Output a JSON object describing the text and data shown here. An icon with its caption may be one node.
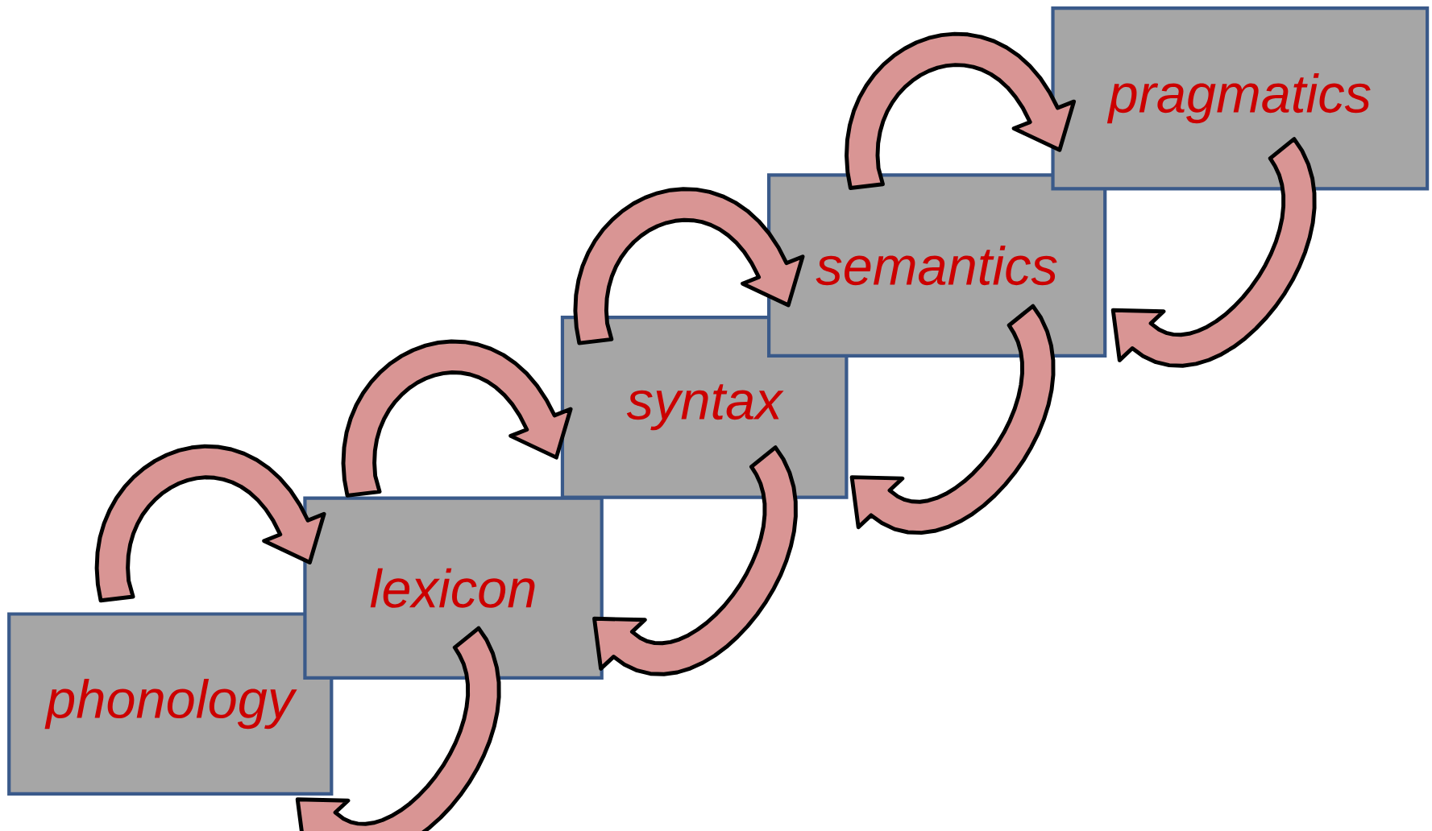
{
  "diagram": {
    "nodes": [
      {
        "text": [
          "phonology"
        ]
      },
      {
        "text": [
          "lexicon"
        ]
      },
      {
        "text": [
          "syntax"
        ]
      },
      {
        "text": [
          "semantics"
        ]
      },
      {
        "text": [
          "pragmatics"
        ]
      }
    ],
    "edges": [
      {
        "from": 0,
        "to": 1,
        "arrow": "to"
      },
      {
        "from": 1,
        "to": 2,
        "arrow": "to"
      },
      {
        "from": 2,
        "to": 3,
        "arrow": "to"
      },
      {
        "from": 3,
        "to": 4,
        "arrow": "to"
      },
      {
        "from": 4,
        "to": 3,
        "arrow": "to"
      },
      {
        "from": 3,
        "to": 2,
        "arrow": "to"
      },
      {
        "from": 2,
        "to": 1,
        "arrow": "to"
      },
      {
        "from": 1,
        "to": 0,
        "arrow": "to"
      }
    ]
  }
}
